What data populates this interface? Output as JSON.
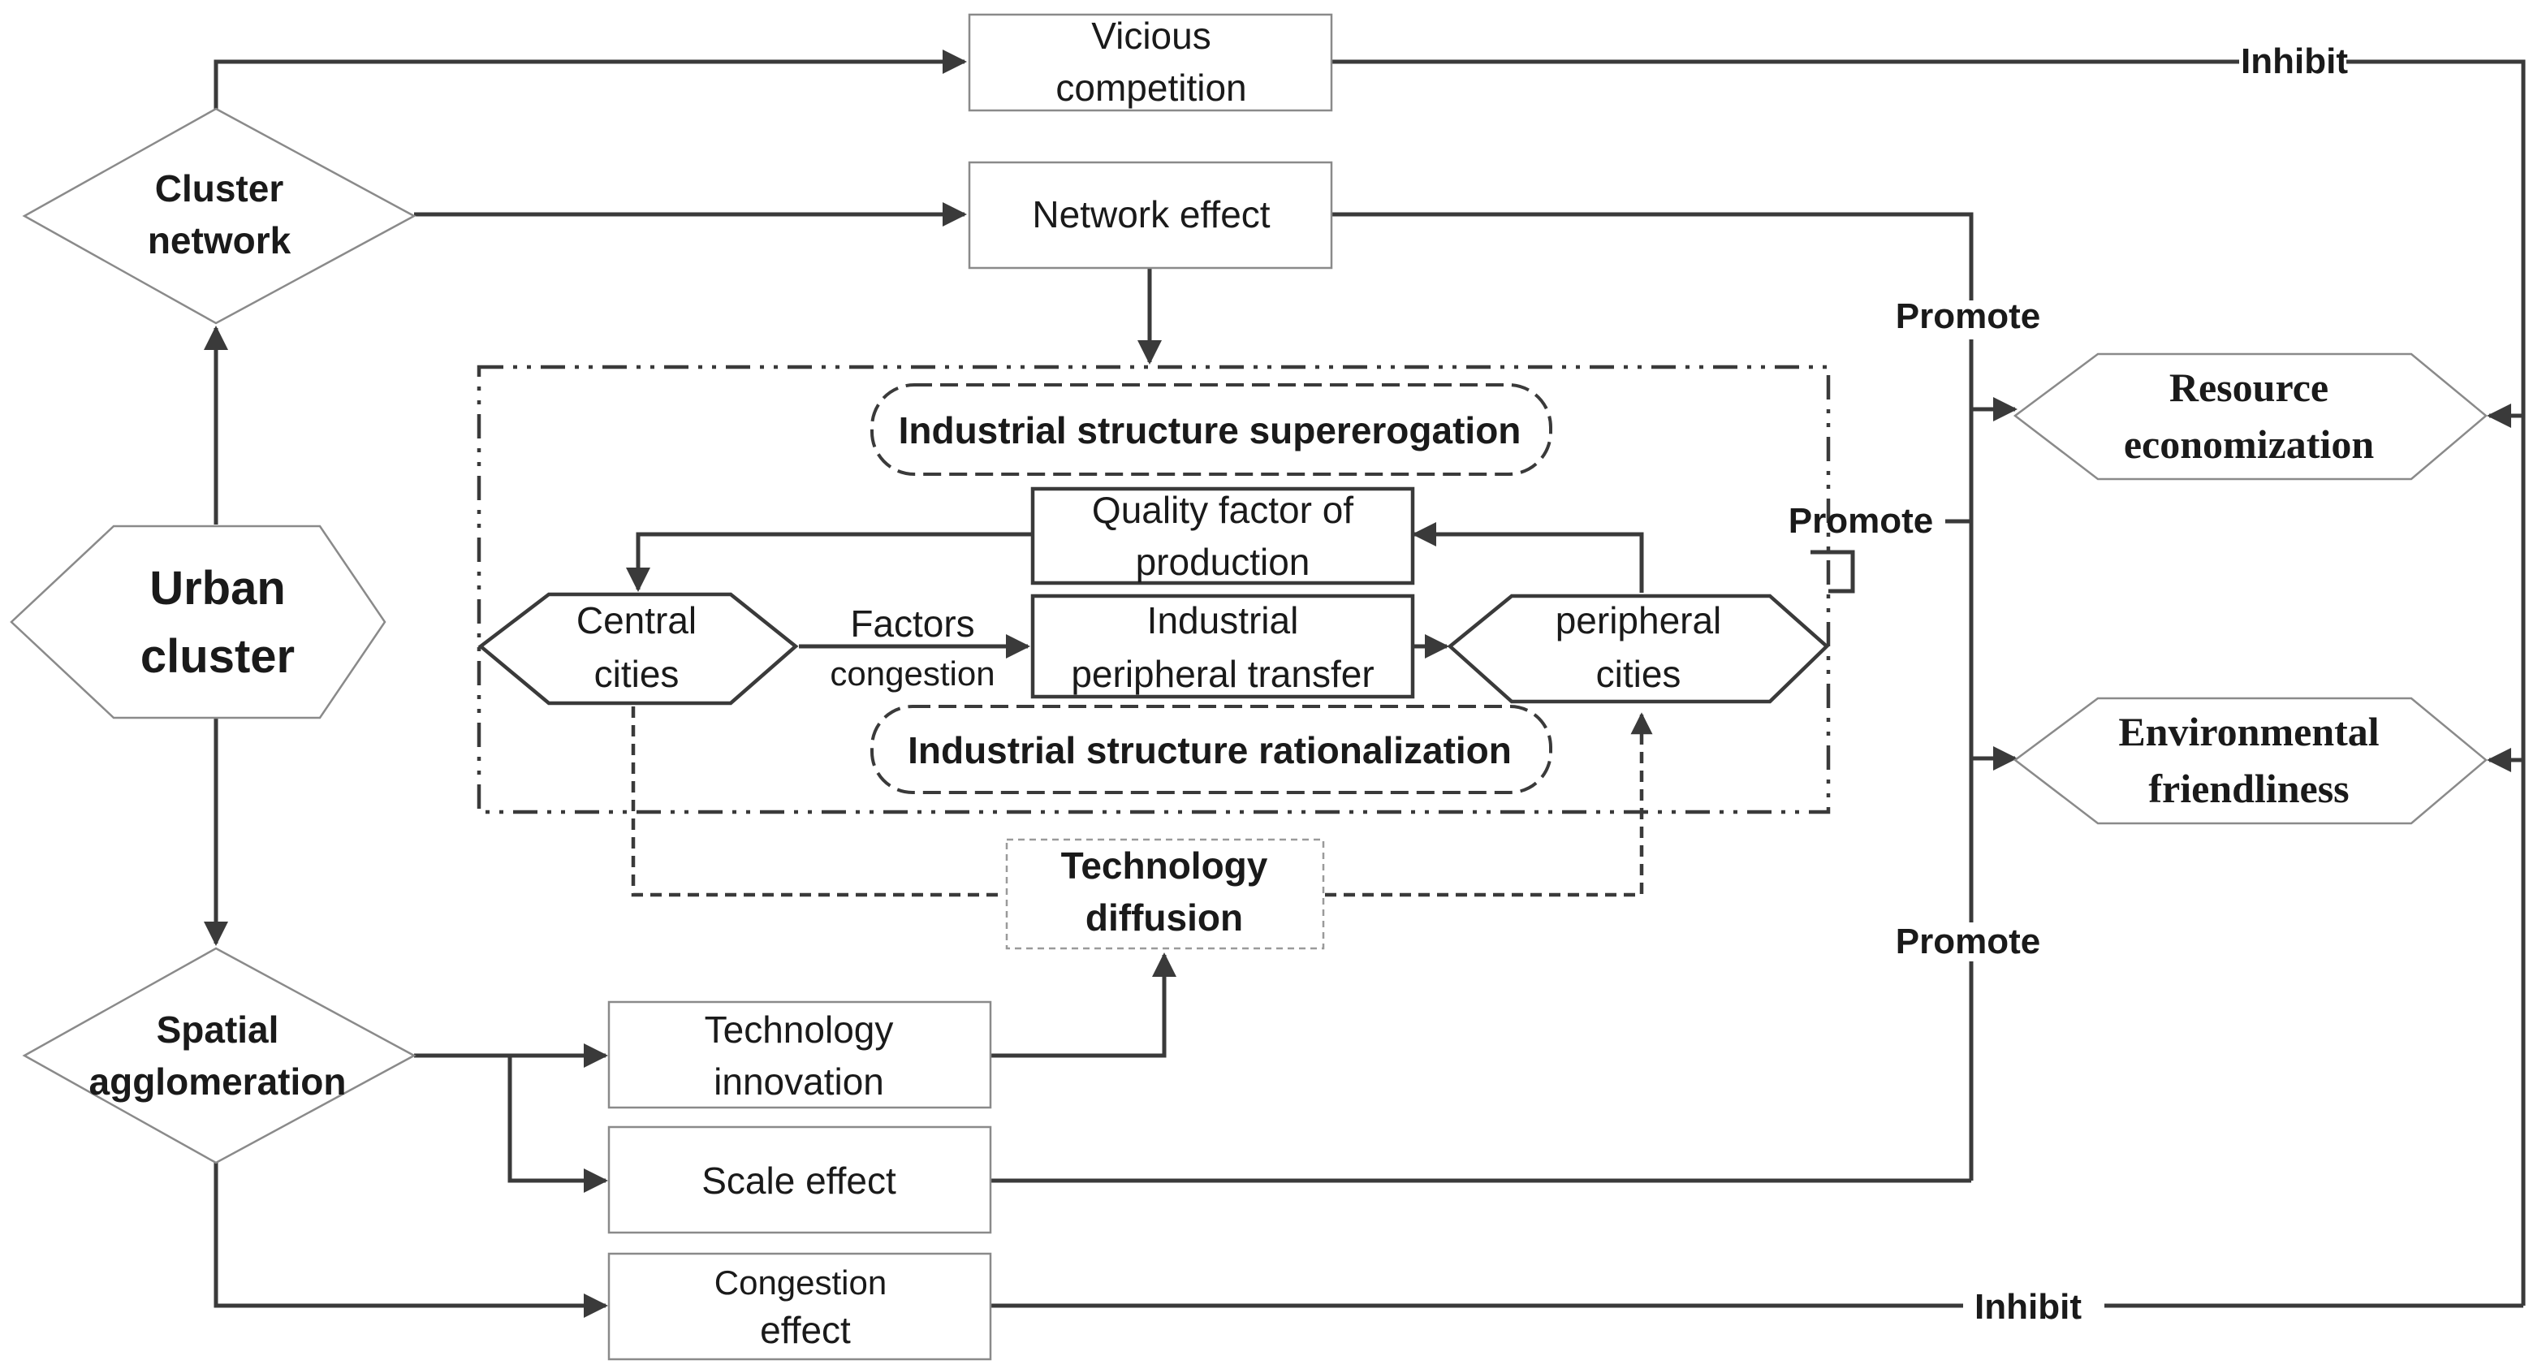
{
  "nodes": {
    "urban_cluster": [
      "Urban",
      "cluster"
    ],
    "cluster_network": [
      "Cluster",
      "network"
    ],
    "spatial_agglomeration": [
      "Spatial",
      "agglomeration"
    ],
    "vicious_competition": [
      "Vicious",
      "competition"
    ],
    "network_effect": "Network effect",
    "technology_innovation": [
      "Technology",
      "innovation"
    ],
    "scale_effect": "Scale effect",
    "congestion_effect": [
      "Congestion",
      "effect"
    ],
    "technology_diffusion": [
      "Technology",
      "diffusion"
    ],
    "resource_economization": [
      "Resource",
      "economization"
    ],
    "environmental_friendliness": [
      "Environmental",
      "friendliness"
    ],
    "structure_supererogation": "Industrial structure supererogation",
    "structure_rationalization": "Industrial structure rationalization",
    "quality_factor": [
      "Quality factor of",
      "production"
    ],
    "central_cities": [
      "Central",
      "cities"
    ],
    "industrial_transfer": [
      "Industrial",
      "peripheral transfer"
    ],
    "peripheral_cities": [
      "peripheral",
      "cities"
    ],
    "factors_congestion": [
      "Factors",
      "congestion"
    ]
  },
  "edge_labels": {
    "inhibit_top": "Inhibit",
    "inhibit_bottom": "Inhibit",
    "promote_top": "Promote",
    "promote_middle": "Promote",
    "promote_bottom": "Promote"
  }
}
